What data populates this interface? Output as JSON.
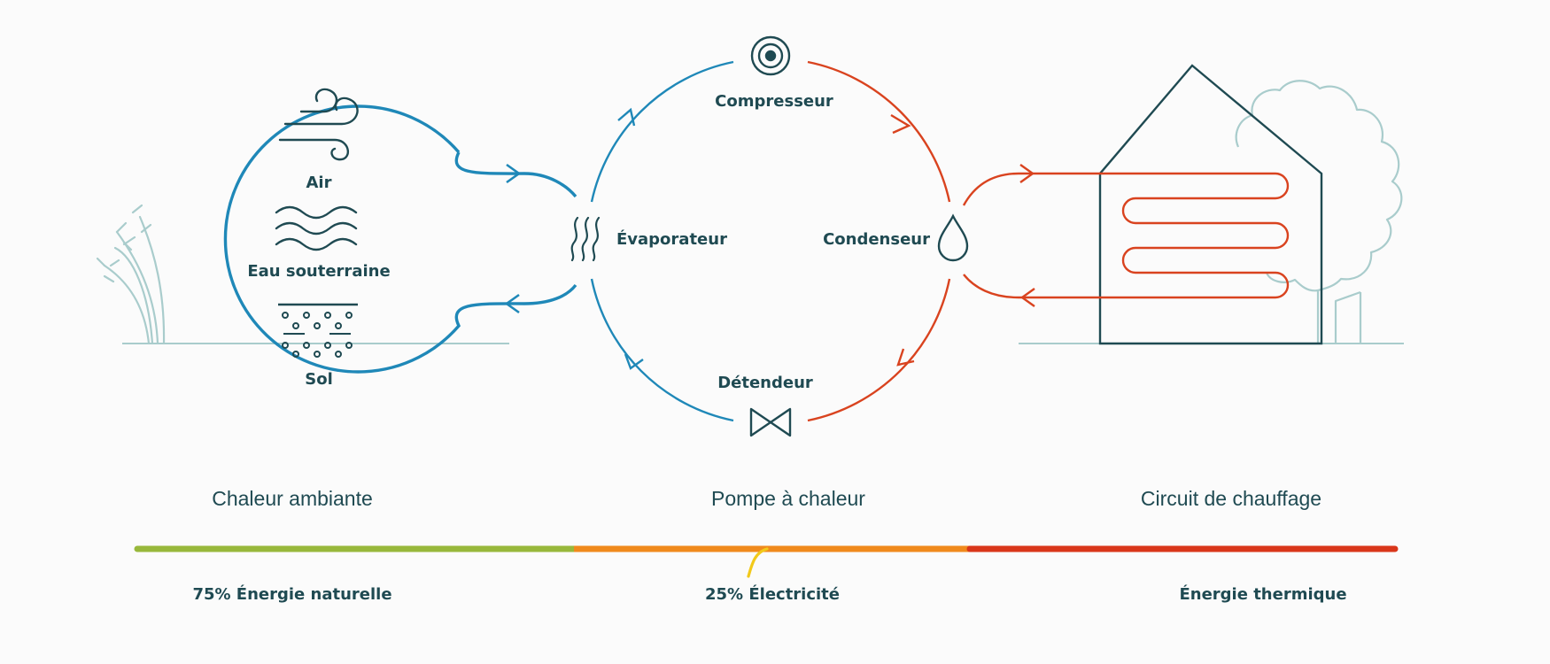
{
  "sources": {
    "air": "Air",
    "groundwater": "Eau souterraine",
    "soil": "Sol"
  },
  "cycle": {
    "compressor": "Compresseur",
    "evaporator": "Évaporateur",
    "condenser": "Condenseur",
    "expansion_valve": "Détendeur"
  },
  "sections": {
    "ambient_heat": "Chaleur ambiante",
    "heat_pump": "Pompe à chaleur",
    "heating_circuit": "Circuit de chauffage"
  },
  "energy": {
    "natural": "75% Énergie naturelle",
    "electricity": "25% Électricité",
    "thermal": "Énergie thermique"
  },
  "colors": {
    "cold": "#1f88b8",
    "hot": "#d9431f",
    "dark": "#1f4a52",
    "vegetation": "#a9cccc",
    "green_bar": "#98b83b",
    "orange_bar": "#f08a1c",
    "red_bar": "#d9361a",
    "yellow": "#f2c91a"
  }
}
